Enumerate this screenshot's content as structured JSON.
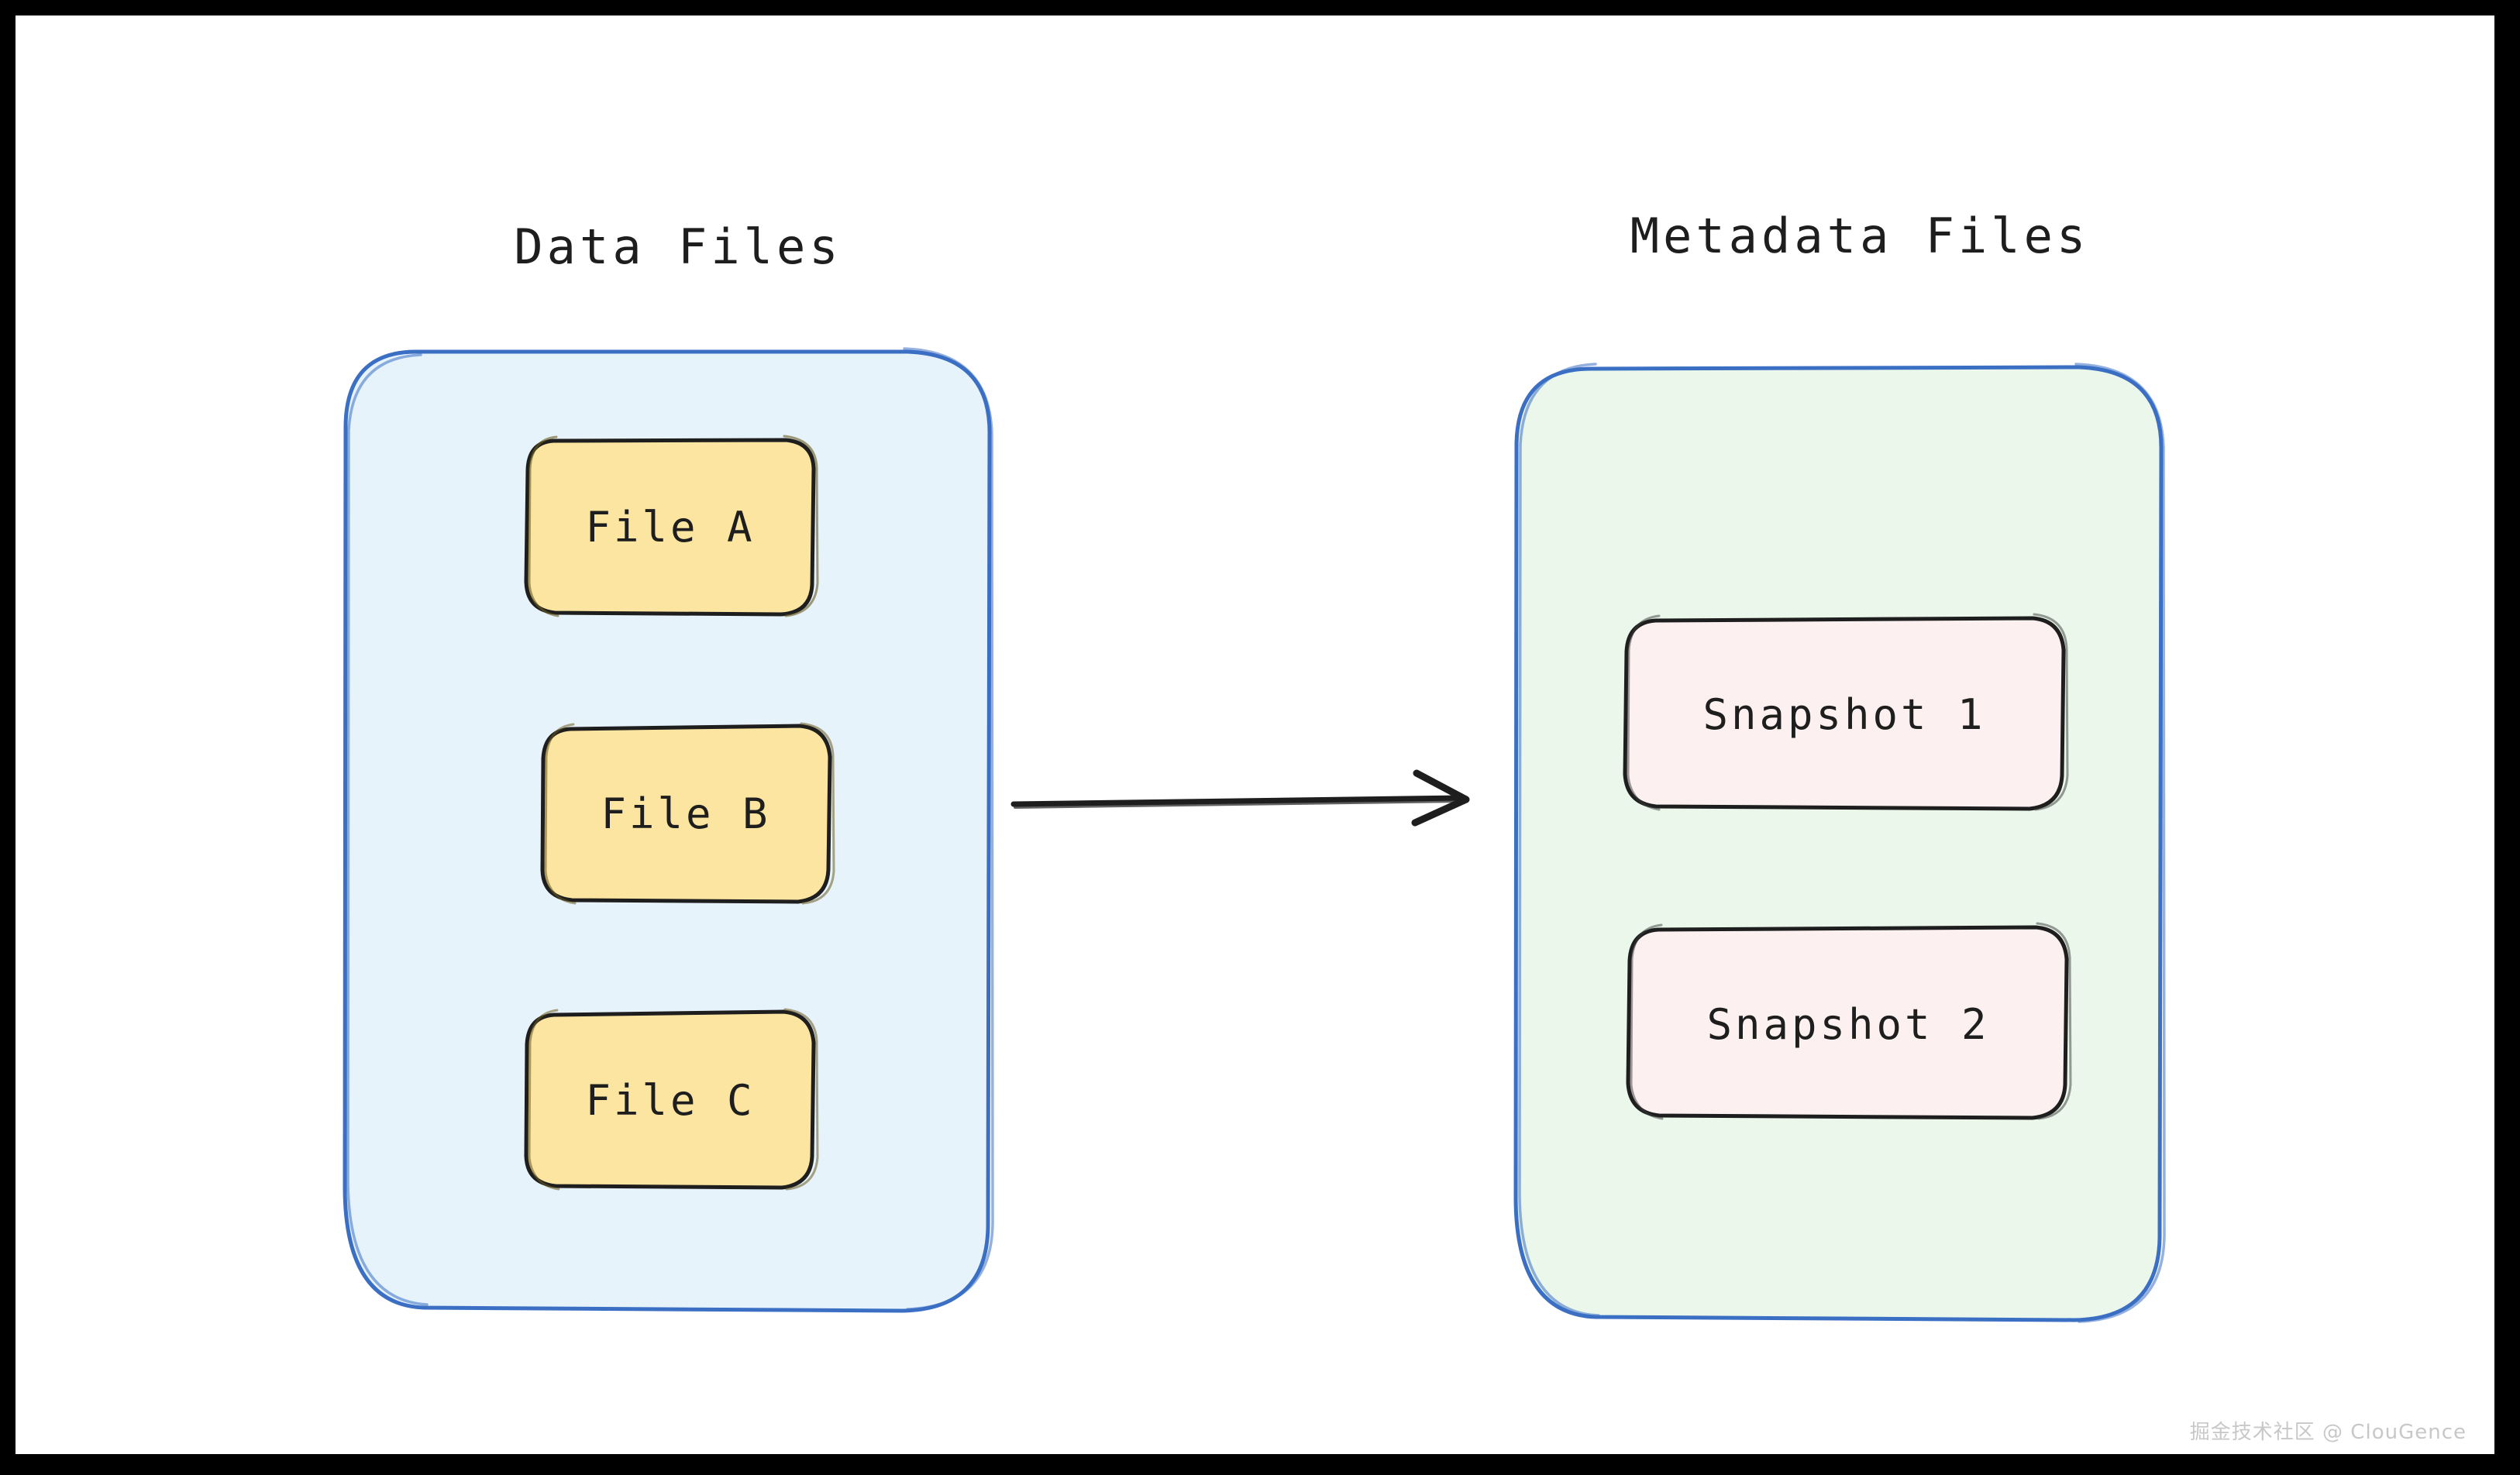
{
  "canvas": {
    "background": "#ffffff",
    "frame_color": "#000000"
  },
  "groups": [
    {
      "id": "data-files",
      "title": "Data Files",
      "fill": "#e7f3fb",
      "stroke": "#3b6fc4",
      "nodes": [
        {
          "id": "file-a",
          "label": "File A",
          "fill": "#fbe5a0",
          "stroke": "#1e1e1e"
        },
        {
          "id": "file-b",
          "label": "File B",
          "fill": "#fbe5a0",
          "stroke": "#1e1e1e"
        },
        {
          "id": "file-c",
          "label": "File C",
          "fill": "#fbe5a0",
          "stroke": "#1e1e1e"
        }
      ]
    },
    {
      "id": "metadata-files",
      "title": "Metadata Files",
      "fill": "#eaf7ea",
      "stroke": "#3b6fc4",
      "nodes": [
        {
          "id": "snapshot-1",
          "label": "Snapshot 1",
          "fill": "#fdf0f0",
          "stroke": "#1e1e1e"
        },
        {
          "id": "snapshot-2",
          "label": "Snapshot 2",
          "fill": "#fdf0f0",
          "stroke": "#1e1e1e"
        }
      ]
    }
  ],
  "connector": {
    "id": "data-to-metadata-arrow",
    "from": "data-files",
    "to": "metadata-files",
    "direction": "right",
    "color": "#1e1e1e",
    "label": ""
  },
  "watermark": {
    "text": "掘金技术社区 @ ClouGence",
    "color": "#c8c8c8"
  }
}
